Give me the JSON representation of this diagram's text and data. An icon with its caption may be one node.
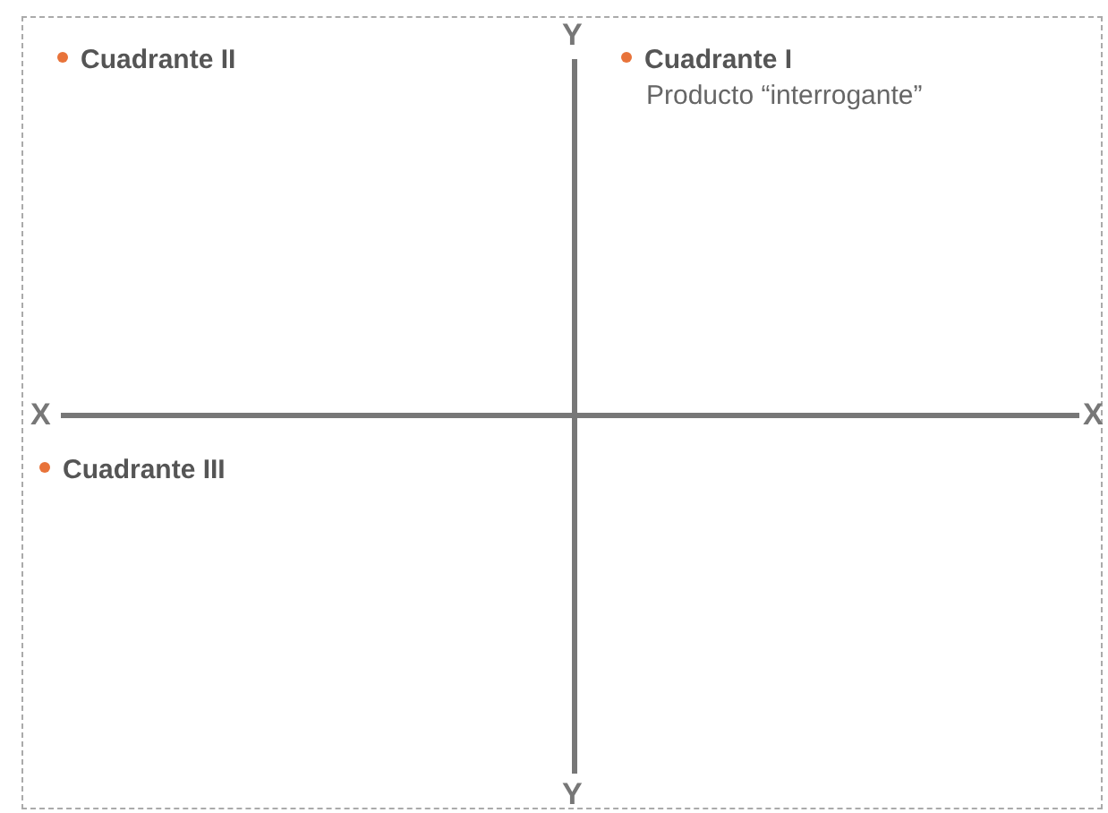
{
  "diagram": {
    "labels": [
      "Y",
      "Cuadrante II",
      "Cuadrante I",
      "Producto “interrogante”",
      "X",
      "X",
      "Cuadrante III",
      "Y"
    ]
  }
}
